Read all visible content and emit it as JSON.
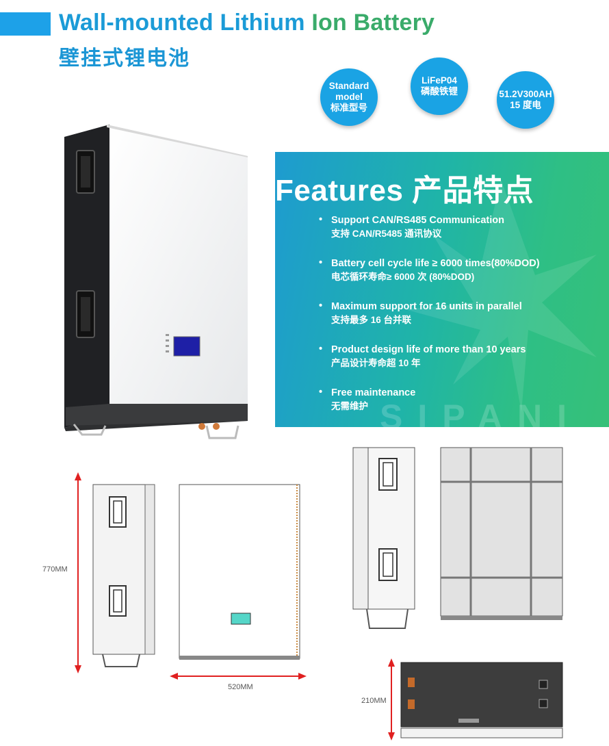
{
  "header": {
    "title_en_part1": "Wall-mounted Lithium",
    "title_en_part2": "Ion Battery",
    "title_cn": "壁挂式锂电池"
  },
  "badges": [
    {
      "line1": "Standard",
      "line2": "model",
      "line3": "标准型号"
    },
    {
      "line1": "LiFeP04",
      "line2": "磷酸铁锂"
    },
    {
      "line1": "51.2V300AH",
      "line2": "15 度电"
    }
  ],
  "features": {
    "title": "Features  产品特点",
    "bullet": "•",
    "items": [
      {
        "en": "Support CAN/RS485 Communication",
        "cn": "支持 CAN/R5485 通讯协议"
      },
      {
        "en": "Battery cell cycle life ≥ 6000 times(80%DOD)",
        "cn": "电芯循环寿命≥ 6000 次 (80%DOD)"
      },
      {
        "en": "Maximum support for 16 units in parallel",
        "cn": "支持最多 16 台并联"
      },
      {
        "en": "Product design life of more than 10 years",
        "cn": "产品设计寿命超 10 年"
      },
      {
        "en": "Free maintenance",
        "cn": "无需维护"
      }
    ],
    "watermark": "SIPANI"
  },
  "dimensions": {
    "height": "770MM",
    "width": "520MM",
    "depth": "210MM"
  },
  "colors": {
    "title_blue": "#1b9bd7",
    "title_green": "#3aab6a",
    "badge": "#1aa3e4",
    "arrow_red": "#e02020"
  }
}
